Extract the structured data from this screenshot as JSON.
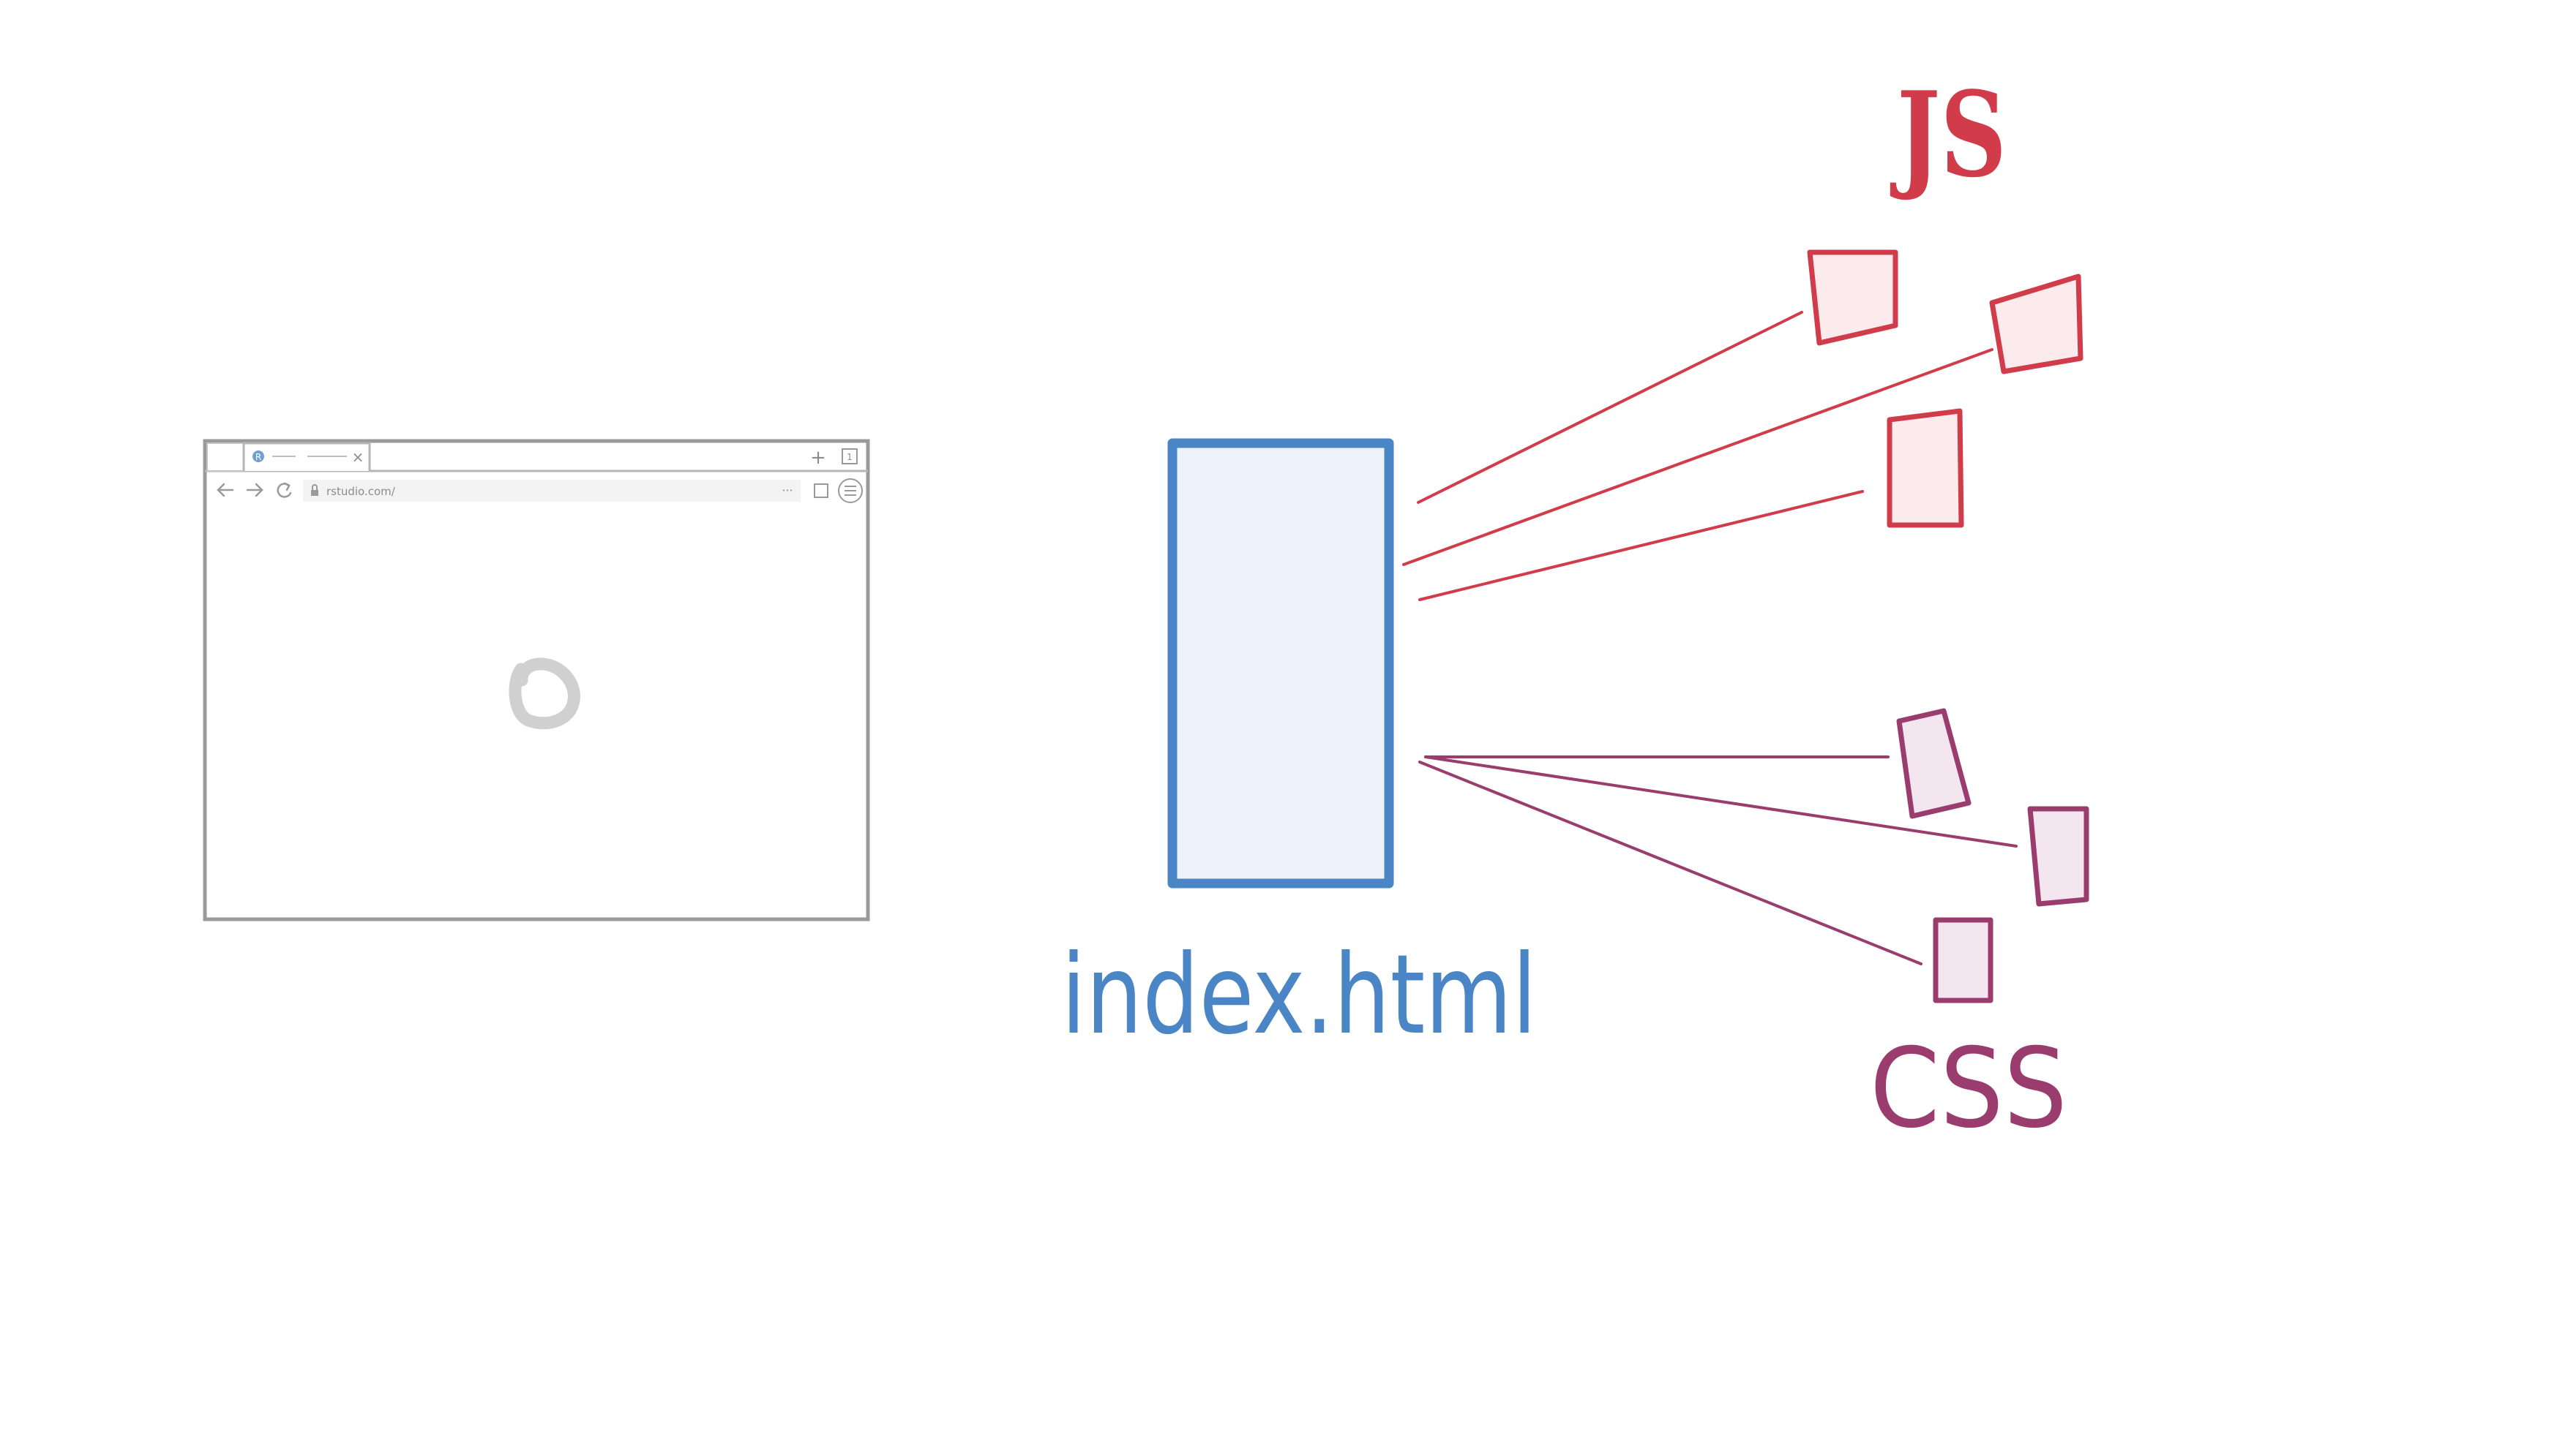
{
  "browser": {
    "tab_favicon_letter": "R",
    "tab_close": "×",
    "new_tab": "+",
    "window_badge": "1",
    "url": "rstudio.com/",
    "more": "···",
    "loading_glyph": "spinner-icon"
  },
  "file_label": "index.html",
  "js_label": "JS",
  "css_label": "CSS",
  "colors": {
    "html": "#4a86c5",
    "html_fill": "#edf2fa",
    "js": "#d13c4a",
    "js_fill": "#fbebec",
    "css": "#9b3c6f",
    "css_fill": "#f3e6ef",
    "browser": "#9a9a9a"
  }
}
